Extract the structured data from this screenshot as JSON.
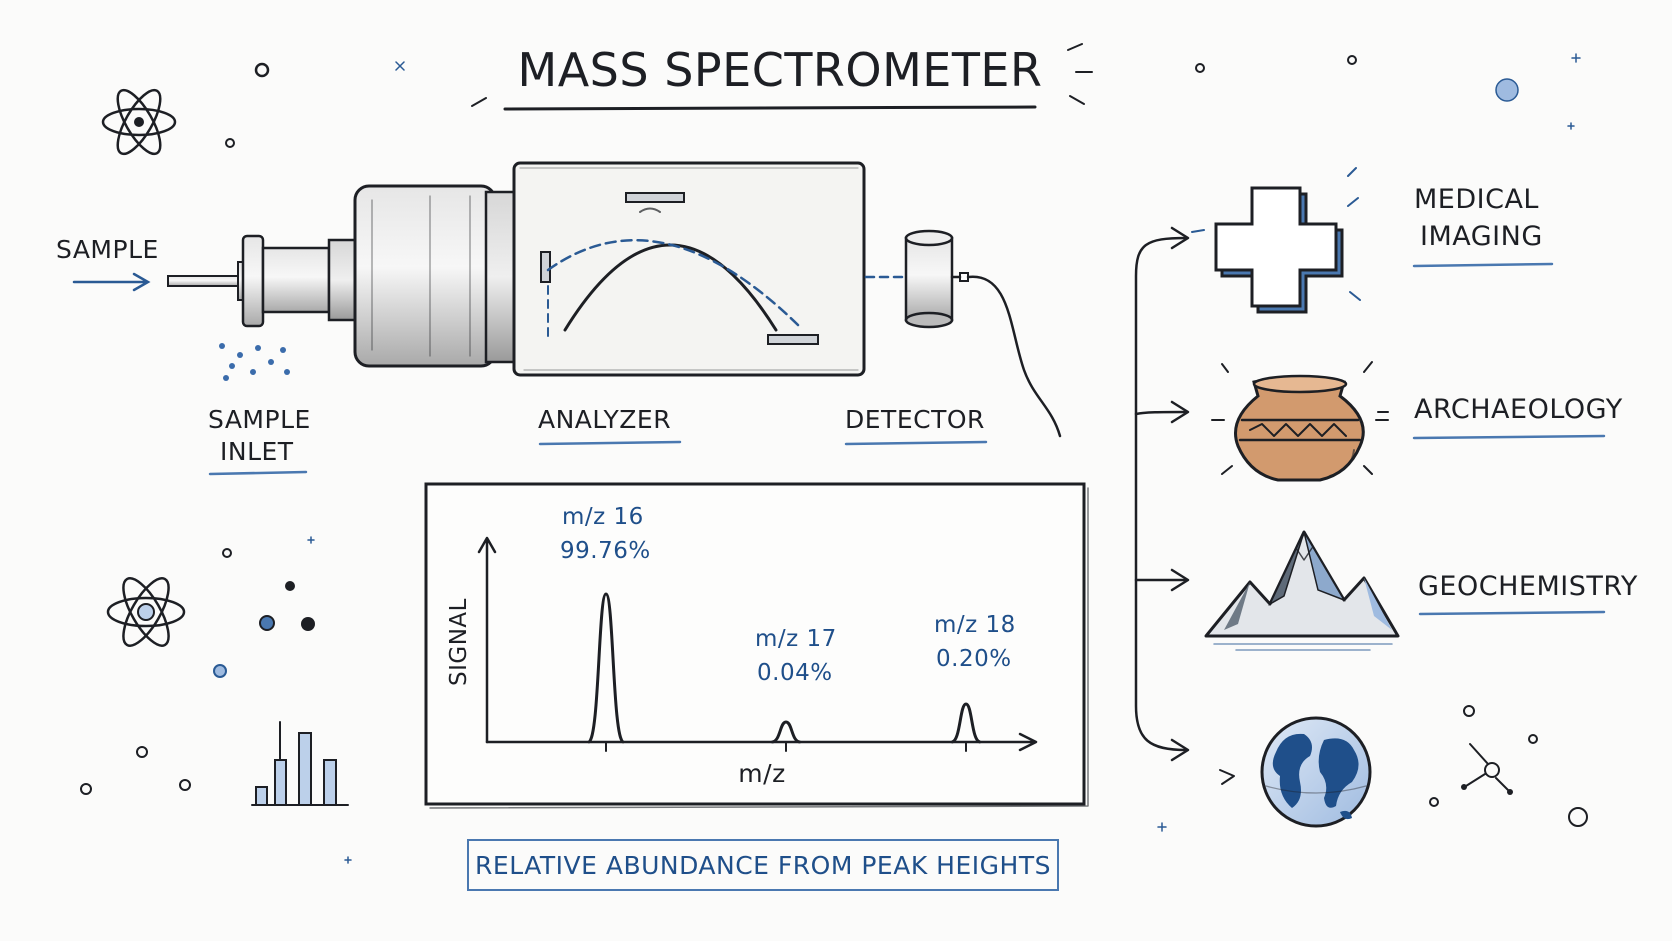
{
  "title": "MASS SPECTROMETER",
  "instrument": {
    "sample_label": "SAMPLE",
    "inlet_label_line1": "SAMPLE",
    "inlet_label_line2": "INLET",
    "analyzer_label": "ANALYZER",
    "detector_label": "DETECTOR"
  },
  "chart_data": {
    "type": "line",
    "xlabel": "m/z",
    "ylabel": "SIGNAL",
    "peaks": [
      {
        "label": "m/z 16",
        "abundance_label": "99.76%",
        "mz": 16,
        "abundance": 99.76
      },
      {
        "label": "m/z 17",
        "abundance_label": "0.04%",
        "mz": 17,
        "abundance": 0.04
      },
      {
        "label": "m/z 18",
        "abundance_label": "0.20%",
        "mz": 18,
        "abundance": 0.2
      }
    ]
  },
  "caption": "RELATIVE ABUNDANCE FROM PEAK HEIGHTS",
  "applications": [
    {
      "label_line1": "MEDICAL",
      "label_line2": "IMAGING",
      "icon": "medical-cross-icon"
    },
    {
      "label_line1": "ARCHAEOLOGY",
      "label_line2": "",
      "icon": "pottery-vase-icon"
    },
    {
      "label_line1": "GEOCHEMISTRY",
      "label_line2": "",
      "icon": "mountain-icon"
    },
    {
      "label_line1": "",
      "label_line2": "",
      "icon": "globe-icon"
    }
  ],
  "colors": {
    "ink": "#1d1f24",
    "accent": "#1f4f8a",
    "pottery": "#c98a5c"
  }
}
